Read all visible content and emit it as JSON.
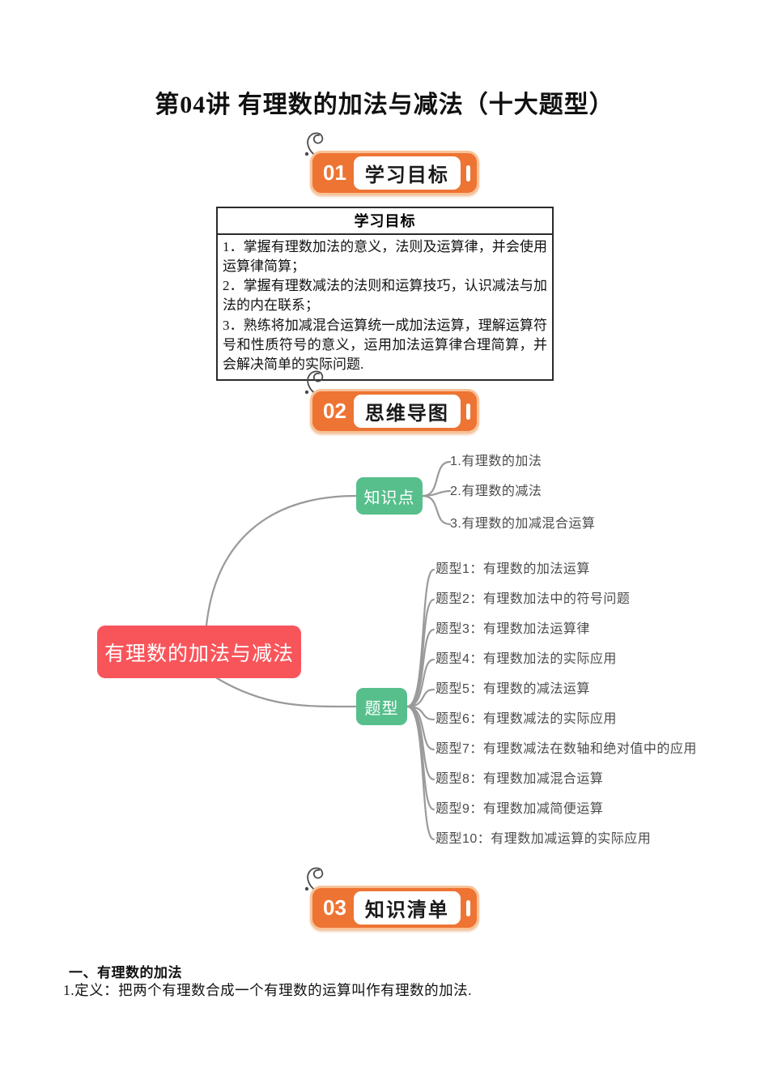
{
  "page_title": "第04讲 有理数的加法与减法（十大题型）",
  "badges": [
    {
      "num": "01",
      "label": "学习目标"
    },
    {
      "num": "02",
      "label": "思维导图"
    },
    {
      "num": "03",
      "label": "知识清单"
    }
  ],
  "objectives": {
    "header": "学习目标",
    "item1": "1．掌握有理数加法的意义，法则及运算律，并会使用运算律简算；",
    "item2": "2．掌握有理数减法的法则和运算技巧，认识减法与加法的内在联系；",
    "item3": "3．熟练将加减混合运算统一成加法运算，理解运算符号和性质符号的意义，运用加法运算律合理简算，并会解决简单的实际问题."
  },
  "mindmap": {
    "root": "有理数的加法与减法",
    "branches": [
      {
        "label": "知识点",
        "children": [
          "1.有理数的加法",
          "2.有理数的减法",
          "3.有理数的加减混合运算"
        ]
      },
      {
        "label": "题型",
        "children": [
          "题型1：有理数的加法运算",
          "题型2：有理数加法中的符号问题",
          "题型3：有理数加法运算律",
          "题型4：有理数加法的实际应用",
          "题型5：有理数的减法运算",
          "题型6：有理数减法的实际应用",
          "题型7：有理数减法在数轴和绝对值中的应用",
          "题型8：有理数加减混合运算",
          "题型9：有理数加减简便运算",
          "题型10：有理数加减运算的实际应用"
        ]
      }
    ],
    "colors": {
      "root_bg": "#f8555b",
      "branch_bg": "#57bf8c",
      "line": "#9a9a9a",
      "item_text": "#4b4b4b"
    }
  },
  "knowledge": {
    "heading": "一、有理数的加法",
    "definition": "1.定义：把两个有理数合成一个有理数的运算叫作有理数的加法."
  },
  "theme": {
    "orange": "#ee7433",
    "orange_light": "#f8c298"
  }
}
